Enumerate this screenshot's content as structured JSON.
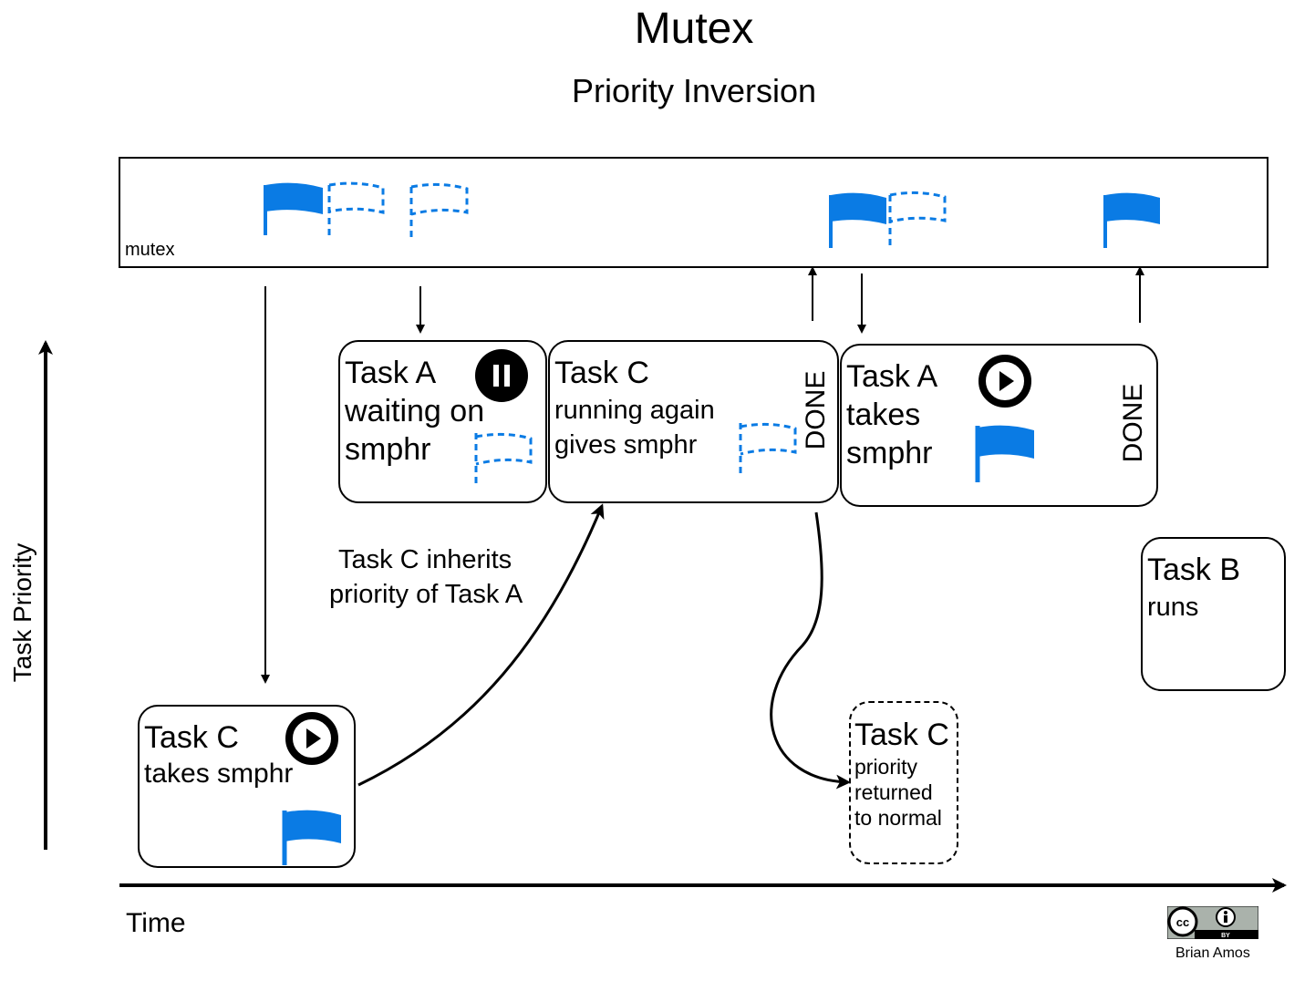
{
  "title": "Mutex",
  "subtitle": "Priority Inversion",
  "mutex_label": "mutex",
  "axes": {
    "y_label": "Task Priority",
    "x_label": "Time"
  },
  "colors": {
    "flag": "#0A7BE4",
    "stroke": "#000000",
    "background": "#ffffff"
  },
  "boxes": {
    "task_a_waiting": {
      "title": "Task A",
      "lines": [
        "waiting on",
        "smphr"
      ],
      "icon": "pause-icon"
    },
    "task_c_running": {
      "title": "Task C",
      "lines": [
        "running again",
        "gives smphr"
      ],
      "status": "DONE"
    },
    "task_a_takes": {
      "title": "Task A",
      "lines": [
        "takes",
        "smphr"
      ],
      "icon": "play-icon",
      "status": "DONE"
    },
    "task_b": {
      "title": "Task B",
      "lines": [
        "runs"
      ]
    },
    "task_c_takes": {
      "title": "Task C",
      "lines": [
        "takes smphr"
      ],
      "icon": "play-icon"
    },
    "task_c_normal": {
      "title": "Task C",
      "lines": [
        "priority",
        "returned",
        "to normal"
      ]
    }
  },
  "annotation": [
    "Task C inherits",
    "priority of Task A"
  ],
  "license": {
    "badge": "cc-by-icon",
    "author": "Brian Amos"
  }
}
